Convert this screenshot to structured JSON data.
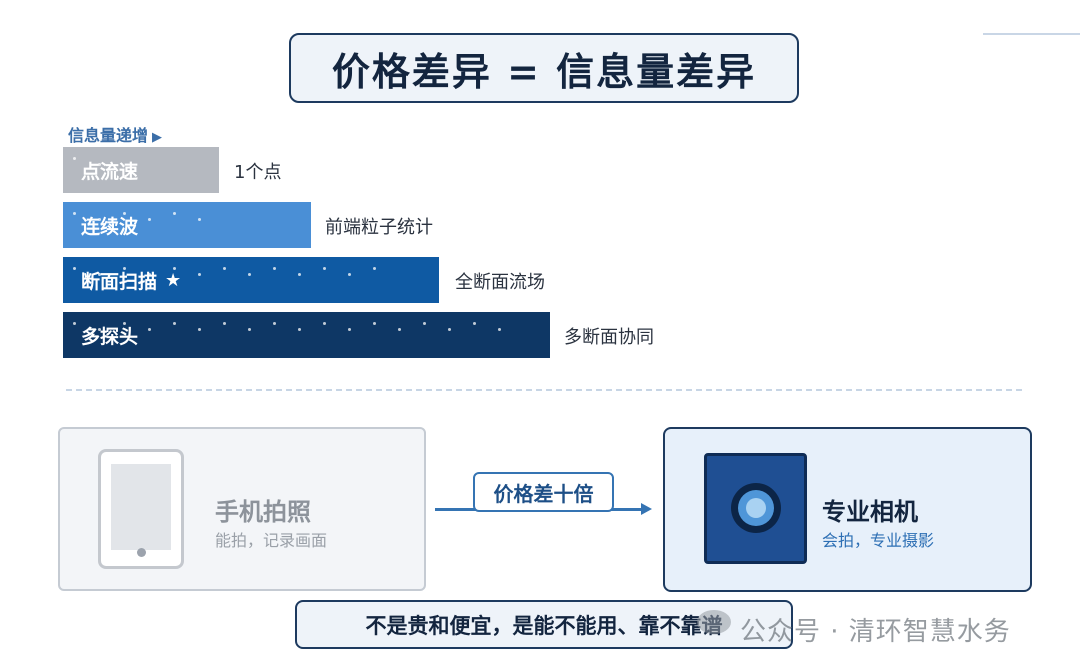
{
  "title": "价格差异 = 信息量差异",
  "legend": {
    "label": "信息量递增",
    "arrow": "▶"
  },
  "tiers": [
    {
      "label": "点流速",
      "desc": "1个点",
      "color": "#b5b9c0",
      "star": false
    },
    {
      "label": "连续波",
      "desc": "前端粒子统计",
      "color": "#4a8fd6",
      "star": false
    },
    {
      "label": "断面扫描",
      "desc": "全断面流场",
      "color": "#0f5aa3",
      "star": true,
      "star_icon": "★"
    },
    {
      "label": "多探头",
      "desc": "多断面协同",
      "color": "#0e3765",
      "star": false
    }
  ],
  "comparison": {
    "left": {
      "title": "手机拍照",
      "subtitle": "能拍，记录画面"
    },
    "badge": "价格差十倍",
    "right": {
      "title": "专业相机",
      "subtitle": "会拍，专业摄影"
    }
  },
  "conclusion": "不是贵和便宜，是能不能用、靠不靠谱",
  "watermark": "公众号 · 清环智慧水务"
}
